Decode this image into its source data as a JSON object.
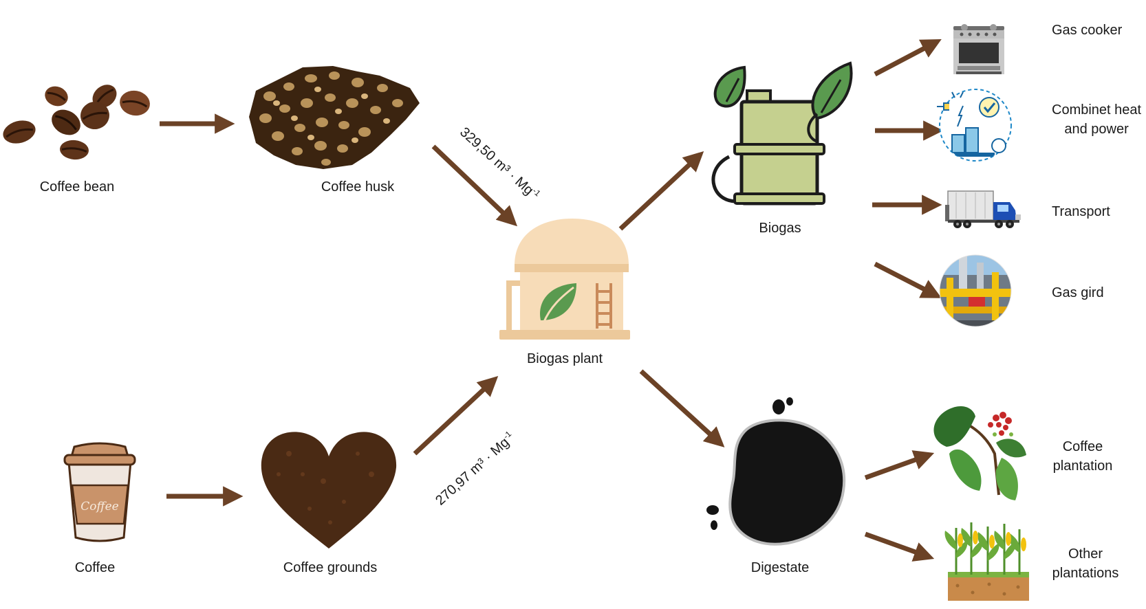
{
  "colors": {
    "arrow": "#6b4226",
    "cream": "#f7dcb8",
    "tan": "#ecc99b",
    "leaf_green": "#5a9a4f",
    "drum_green": "#c5d08f",
    "digestate": "#141414",
    "coffee_brown": "#4a2a14"
  },
  "labels": {
    "coffee_bean": "Coffee bean",
    "coffee_husk": "Coffee husk",
    "coffee": "Coffee",
    "coffee_grounds": "Coffee grounds",
    "biogas_plant": "Biogas plant",
    "biogas": "Biogas",
    "digestate": "Digestate",
    "gas_cooker": "Gas cooker",
    "chp": "Combinet heat\nand power",
    "transport": "Transport",
    "gas_grid": "Gas gird",
    "coffee_plantation": "Coffee\nplantation",
    "other_plantations": "Other\nplantations"
  },
  "cup_text": "Coffee",
  "yields": {
    "husk": {
      "value": "329,50",
      "unit": "m³ · Mg",
      "exp": "-1"
    },
    "grounds": {
      "value": "270,97",
      "unit": "m³ · Mg",
      "exp": "-1"
    }
  },
  "icons": {
    "coffee_bean": "coffee-beans-icon",
    "coffee_husk": "coffee-husk-icon",
    "coffee": "coffee-cup-icon",
    "coffee_grounds": "coffee-grounds-heart-icon",
    "biogas_plant": "biogas-plant-icon",
    "biogas": "biogas-drum-icon",
    "digestate": "digestate-splash-icon",
    "gas_cooker": "gas-cooker-icon",
    "chp": "chp-icon",
    "transport": "truck-icon",
    "gas_grid": "gas-grid-icon",
    "coffee_plantation": "coffee-plant-icon",
    "other_plantations": "crop-field-icon"
  }
}
